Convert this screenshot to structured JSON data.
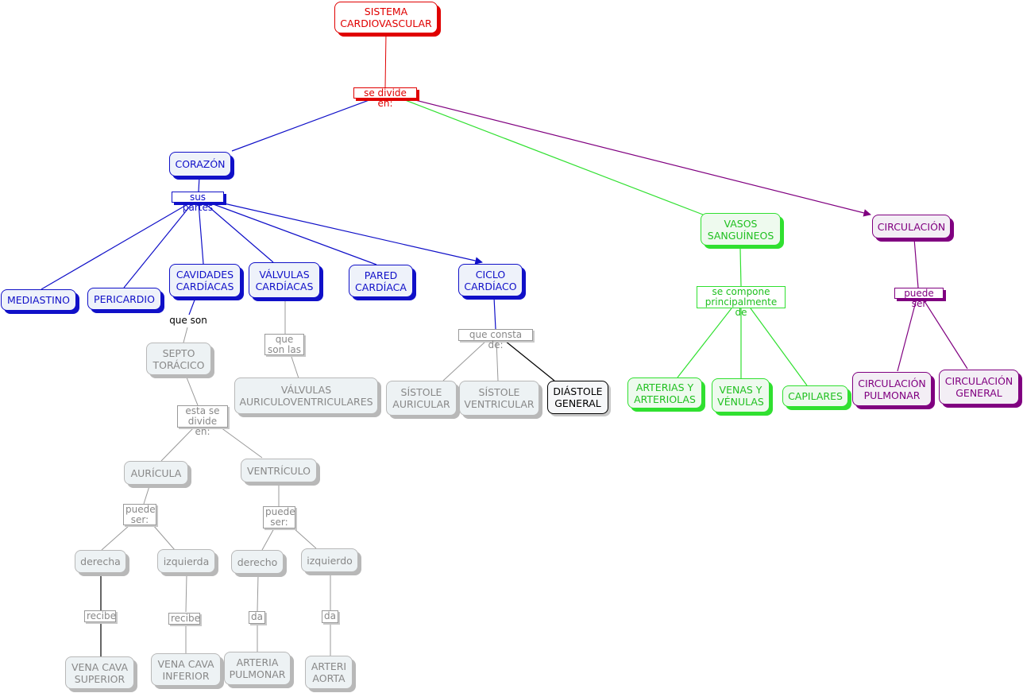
{
  "nodes": {
    "sistema": "SISTEMA CARDIOVASCULAR",
    "corazon": "CORAZÓN",
    "vasos": "VASOS SANGUÍNEOS",
    "circulacion": "CIRCULACIÓN",
    "mediastino": "MEDIASTINO",
    "pericardio": "PERICARDIO",
    "cavidades": "CAVIDADES CARDÍACAS",
    "valvulas": "VÁLVULAS CARDÍACAS",
    "pared": "PARED CARDÍACA",
    "ciclo": "CICLO CARDÍACO",
    "septo": "SEPTO TORÁCICO",
    "valvulas_av": "VÁLVULAS AURICULOVENTRICULARES",
    "sistole_a": "SÍSTOLE AURICULAR",
    "sistole_v": "SÍSTOLE VENTRICULAR",
    "diastole": "DIÁSTOLE GENERAL",
    "auricula": "AURÍCULA",
    "ventriculo": "VENTRÍCULO",
    "derecha": "derecha",
    "izquierda": "izquierda",
    "derecho": "derecho",
    "izquierdo": "izquierdo",
    "vena_sup": "VENA CAVA SUPERIOR",
    "vena_inf": "VENA CAVA INFERIOR",
    "arteria_pul": "ARTERIA PULMONAR",
    "arteri_aorta": "ARTERI AORTA",
    "arterias": "ARTERIAS Y ARTERIOLAS",
    "venas": "VENAS Y VÉNULAS",
    "capilares": "CAPILARES",
    "circ_pul": "CIRCULACIÓN PULMONAR",
    "circ_gen": "CIRCULACIÓN GENERAL"
  },
  "links": {
    "se_divide": "se divide en:",
    "sus_partes": "sus partes",
    "que_son": "que son",
    "que_son_las": "que son las",
    "que_consta": "que consta de:",
    "esta_se_divide": "esta se divide en:",
    "puede_ser_a": "puede ser:",
    "puede_ser_v": "puede ser:",
    "recibe_1": "recibe",
    "recibe_2": "recibe",
    "da_1": "da",
    "da_2": "da",
    "se_compone": "se compone principalmente de",
    "puede_ser_c": "puede ser"
  },
  "colors": {
    "red": "#e00000",
    "blue": "#1010c8",
    "gray": "#999999",
    "black": "#000000",
    "green": "#30e030",
    "purple": "#800080"
  }
}
